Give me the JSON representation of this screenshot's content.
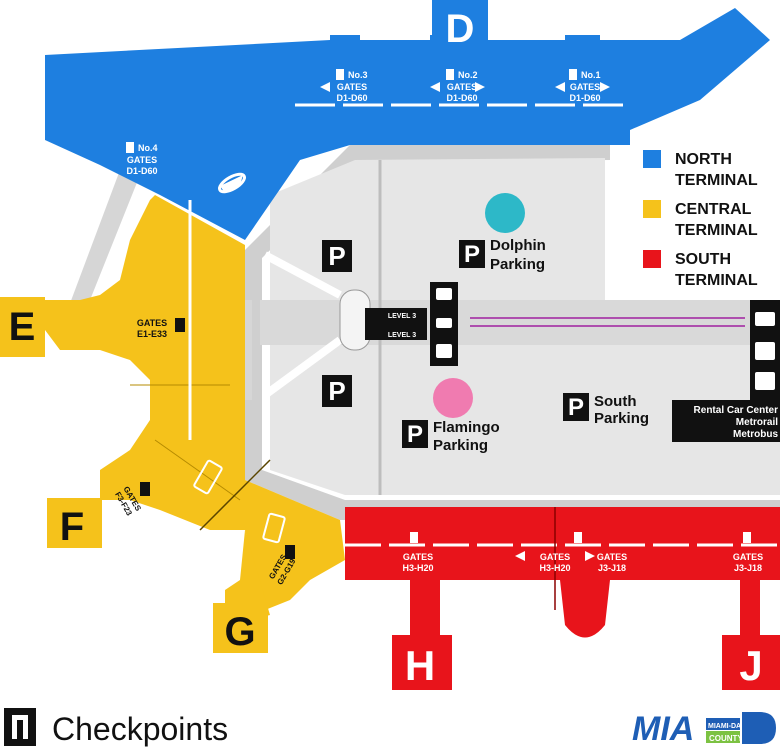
{
  "colors": {
    "north": "#1e7fe0",
    "central": "#f5c21b",
    "south": "#e8141b",
    "parking": "#e6e6e6",
    "road": "#cccccc",
    "black": "#111111"
  },
  "concourses": {
    "D": "D",
    "E": "E",
    "F": "F",
    "G": "G",
    "H": "H",
    "J": "J"
  },
  "checkpoints": {
    "no3": {
      "num": "No.3",
      "gates": "GATES",
      "range": "D1-D60"
    },
    "no2": {
      "num": "No.2",
      "gates": "GATES",
      "range": "D1-D60"
    },
    "no1": {
      "num": "No.1",
      "gates": "GATES",
      "range": "D1-D60"
    },
    "no4": {
      "num": "No.4",
      "gates": "GATES",
      "range": "D1-D60"
    },
    "e": {
      "gates": "GATES",
      "range": "E1-E33"
    },
    "f": {
      "gates": "GATES",
      "range": "F3-F23"
    },
    "g": {
      "gates": "GATES",
      "range": "G2-G19"
    },
    "h_left": {
      "gates": "GATES",
      "range": "H3-H20"
    },
    "h_mid": {
      "gates": "GATES",
      "range": "H3-H20"
    },
    "j_mid": {
      "gates": "GATES",
      "range": "J3-J18"
    },
    "j_right": {
      "gates": "GATES",
      "range": "J3-J18"
    }
  },
  "parking": {
    "dolphin": {
      "line1": "Dolphin",
      "line2": "Parking"
    },
    "flamingo": {
      "line1": "Flamingo",
      "line2": "Parking"
    },
    "south": {
      "line1": "South",
      "line2": "Parking"
    },
    "p_symbol": "P"
  },
  "levels": {
    "upper": "LEVEL 3",
    "lower": "LEVEL 3"
  },
  "rental": {
    "line1": "Rental Car Center",
    "line2": "Metrorail",
    "line3": "Metrobus"
  },
  "legend": {
    "north": {
      "line1": "NORTH",
      "line2": "TERMINAL"
    },
    "central": {
      "line1": "CENTRAL",
      "line2": "TERMINAL"
    },
    "south": {
      "line1": "SOUTH",
      "line2": "TERMINAL"
    },
    "checkpoints": "Checkpoints"
  },
  "logo": {
    "mia": "MIA",
    "county_top": "MIAMI-DADE",
    "county_bottom": "COUNTY"
  }
}
